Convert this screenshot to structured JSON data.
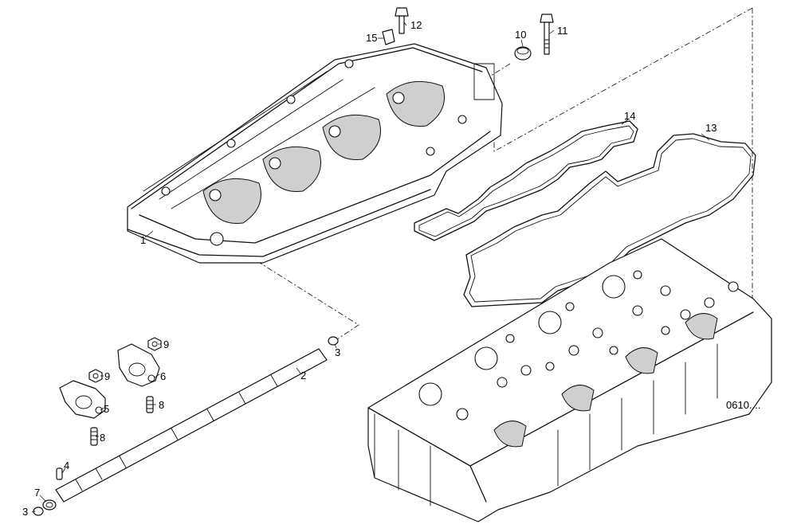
{
  "diagram": {
    "labels": {
      "p1": "1",
      "p2": "2",
      "p3a": "3",
      "p3b": "3",
      "p4": "4",
      "p5": "5",
      "p6": "6",
      "p7": "7",
      "p8a": "8",
      "p8b": "8",
      "p9a": "9",
      "p9b": "9",
      "p10": "10",
      "p11": "11",
      "p12": "12",
      "p13": "13",
      "p14": "14",
      "p15": "15"
    },
    "reference_code": "0610...."
  }
}
